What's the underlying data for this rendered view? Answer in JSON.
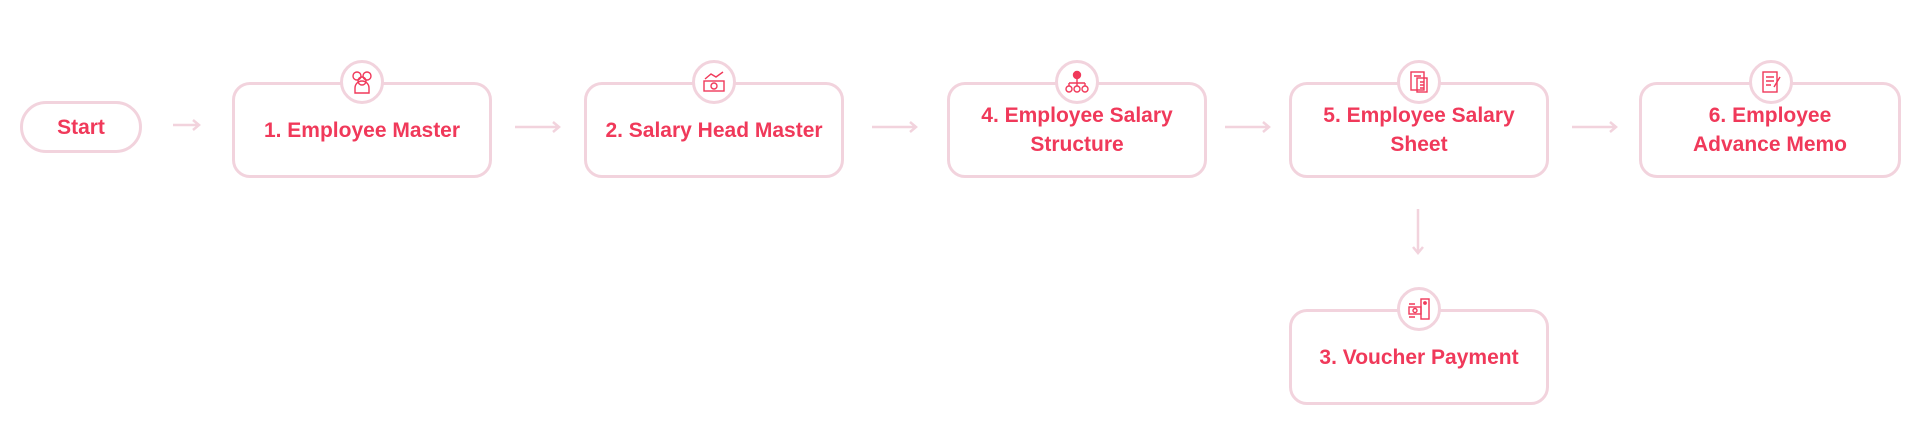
{
  "flow": {
    "start": "Start",
    "steps": [
      {
        "label": "1. Employee Master",
        "icon": "employees-icon"
      },
      {
        "label": "2. Salary Head Master",
        "icon": "salary-money-icon"
      },
      {
        "label": "4. Employee Salary Structure",
        "icon": "salary-structure-icon"
      },
      {
        "label": "5. Employee Salary Sheet",
        "icon": "salary-sheet-icon"
      },
      {
        "label": "6. Employee Advance Memo",
        "icon": "memo-icon"
      },
      {
        "label": "3. Voucher Payment",
        "icon": "voucher-payment-icon"
      }
    ]
  },
  "colors": {
    "border": "#f2d3dd",
    "text": "#f0395a"
  }
}
